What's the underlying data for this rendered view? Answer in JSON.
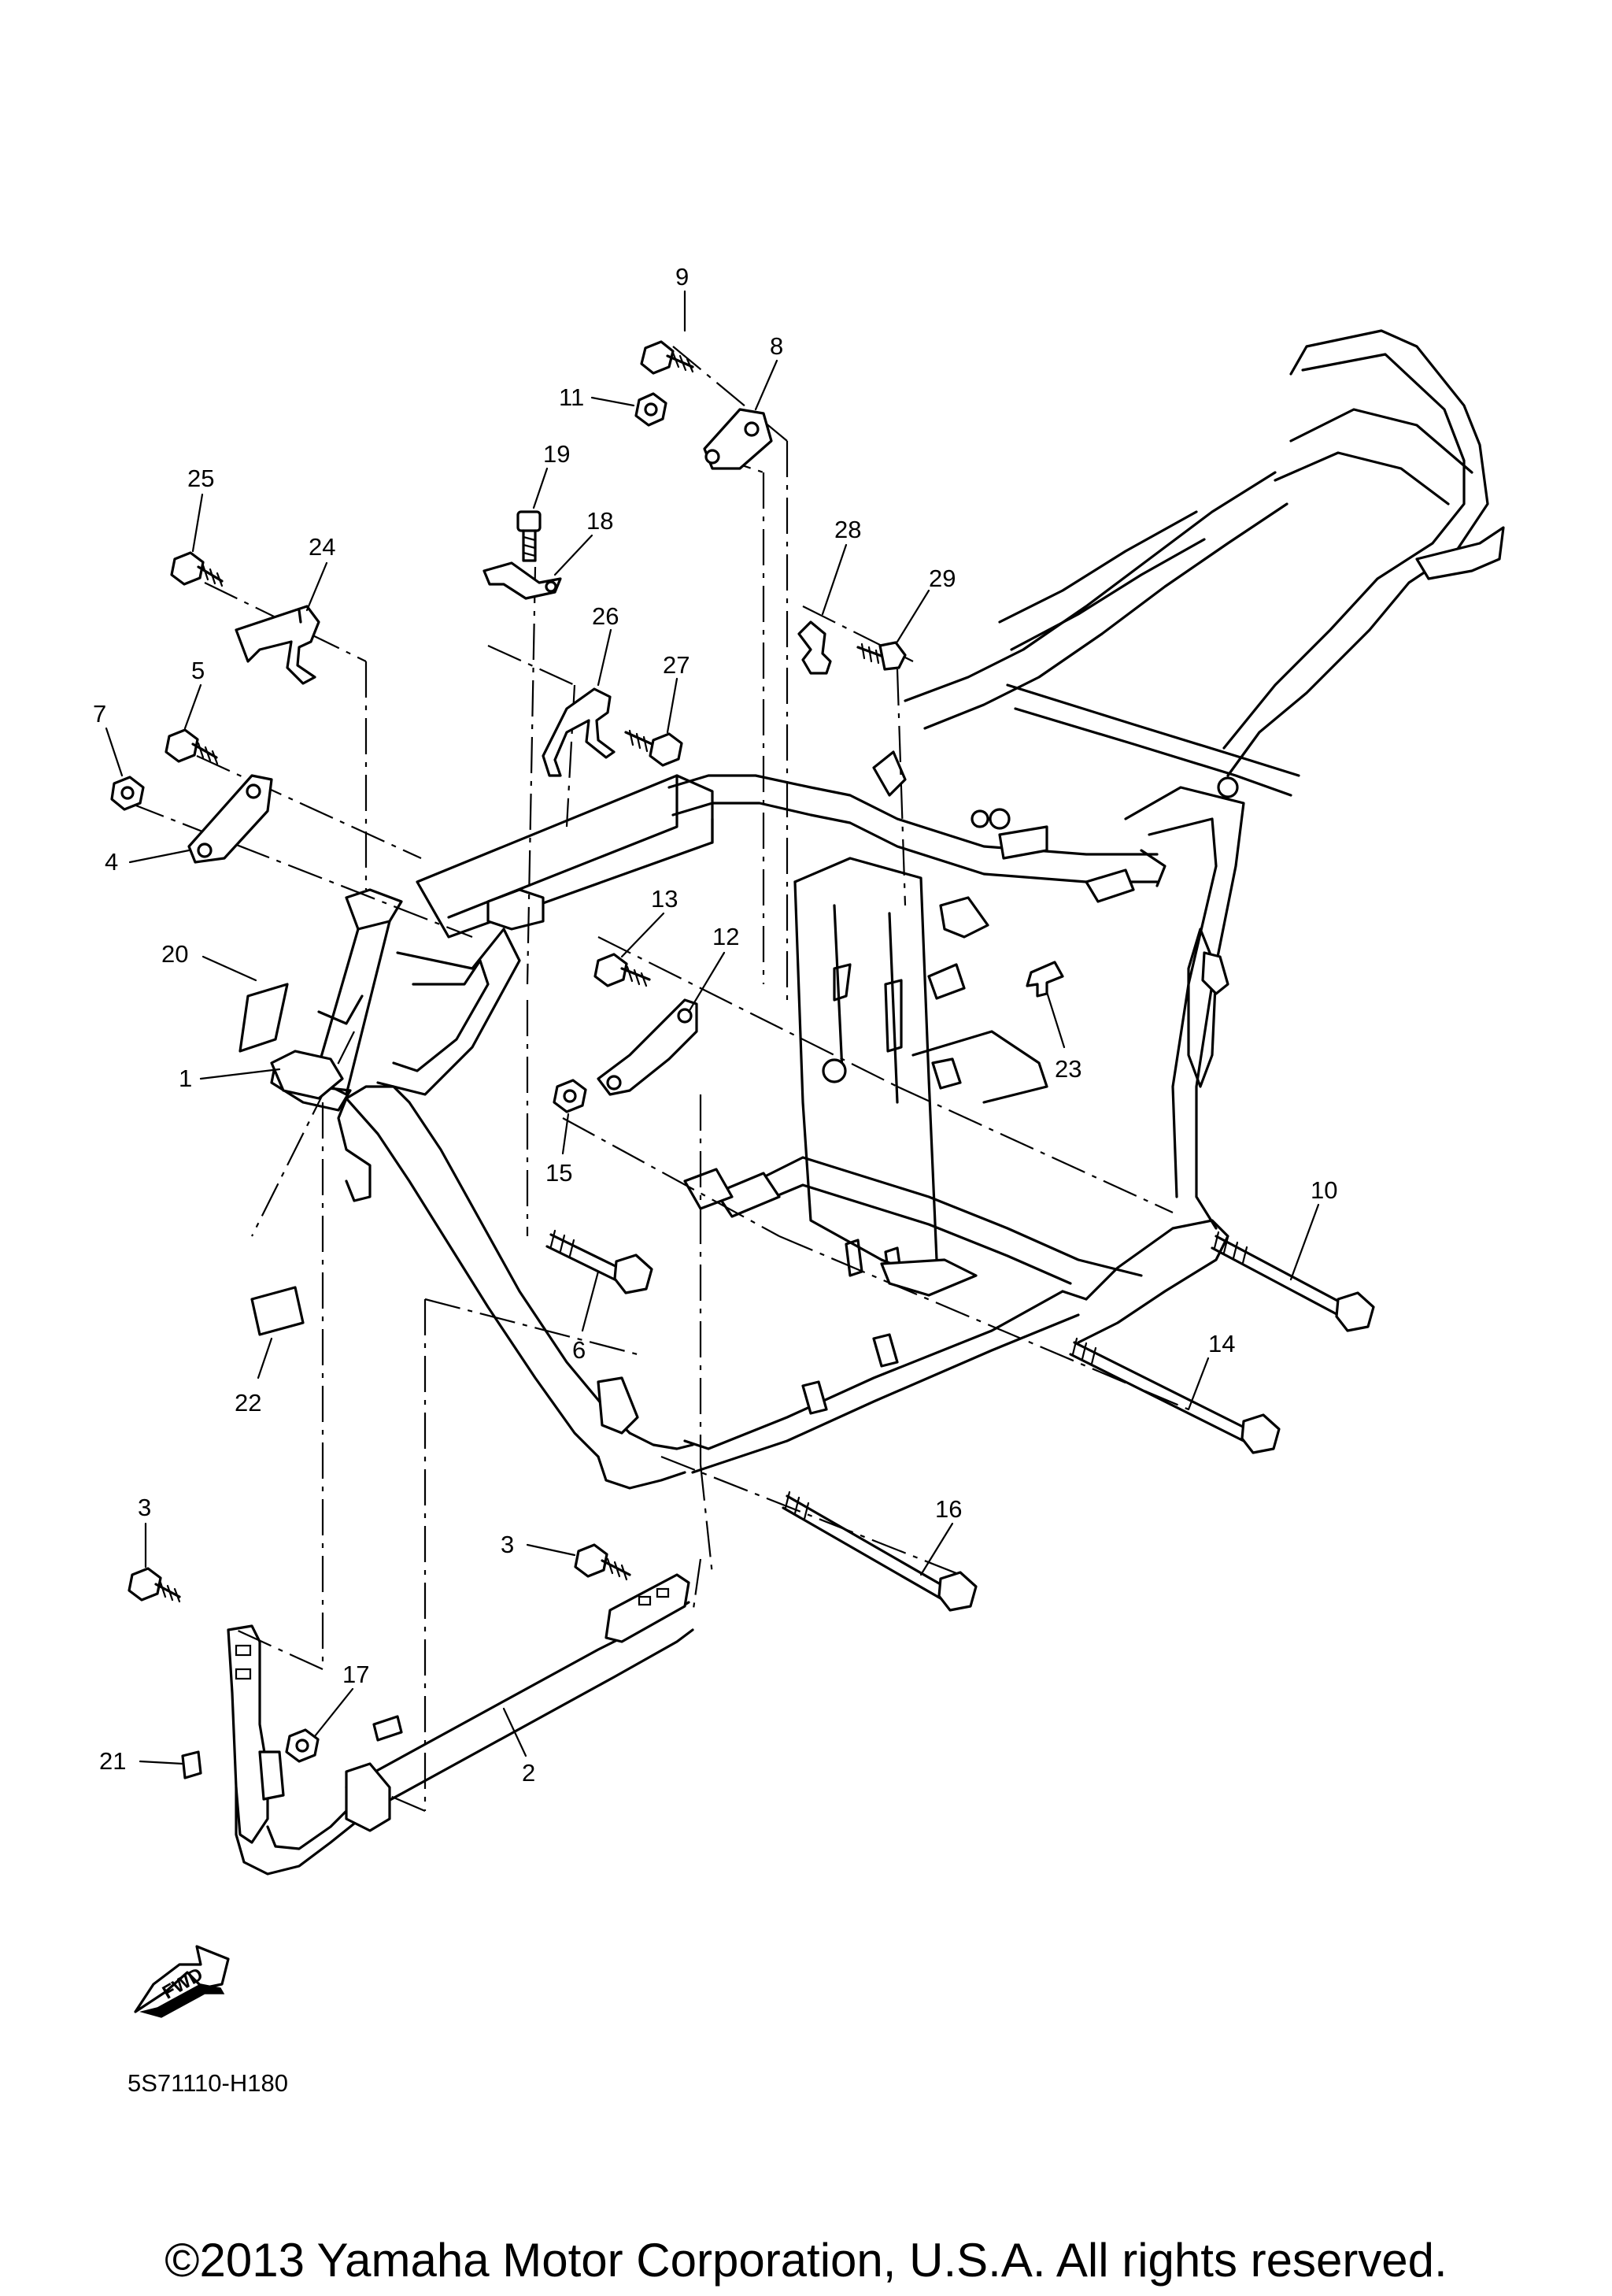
{
  "diagram_code": "5S71110-H180",
  "copyright": "©2013 Yamaha Motor Corporation, U.S.A. All rights reserved.",
  "fwd_label": "FWD",
  "callouts": [
    {
      "id": "9",
      "label": "9"
    },
    {
      "id": "8",
      "label": "8"
    },
    {
      "id": "11",
      "label": "11"
    },
    {
      "id": "19",
      "label": "19"
    },
    {
      "id": "18",
      "label": "18"
    },
    {
      "id": "25",
      "label": "25"
    },
    {
      "id": "24",
      "label": "24"
    },
    {
      "id": "28",
      "label": "28"
    },
    {
      "id": "29",
      "label": "29"
    },
    {
      "id": "26",
      "label": "26"
    },
    {
      "id": "27",
      "label": "27"
    },
    {
      "id": "5",
      "label": "5"
    },
    {
      "id": "7",
      "label": "7"
    },
    {
      "id": "4",
      "label": "4"
    },
    {
      "id": "13",
      "label": "13"
    },
    {
      "id": "12",
      "label": "12"
    },
    {
      "id": "20",
      "label": "20"
    },
    {
      "id": "23",
      "label": "23"
    },
    {
      "id": "1",
      "label": "1"
    },
    {
      "id": "15",
      "label": "15"
    },
    {
      "id": "10",
      "label": "10"
    },
    {
      "id": "6",
      "label": "6"
    },
    {
      "id": "14",
      "label": "14"
    },
    {
      "id": "22",
      "label": "22"
    },
    {
      "id": "16",
      "label": "16"
    },
    {
      "id": "3a",
      "label": "3"
    },
    {
      "id": "3b",
      "label": "3"
    },
    {
      "id": "17",
      "label": "17"
    },
    {
      "id": "21",
      "label": "21"
    },
    {
      "id": "2",
      "label": "2"
    }
  ]
}
